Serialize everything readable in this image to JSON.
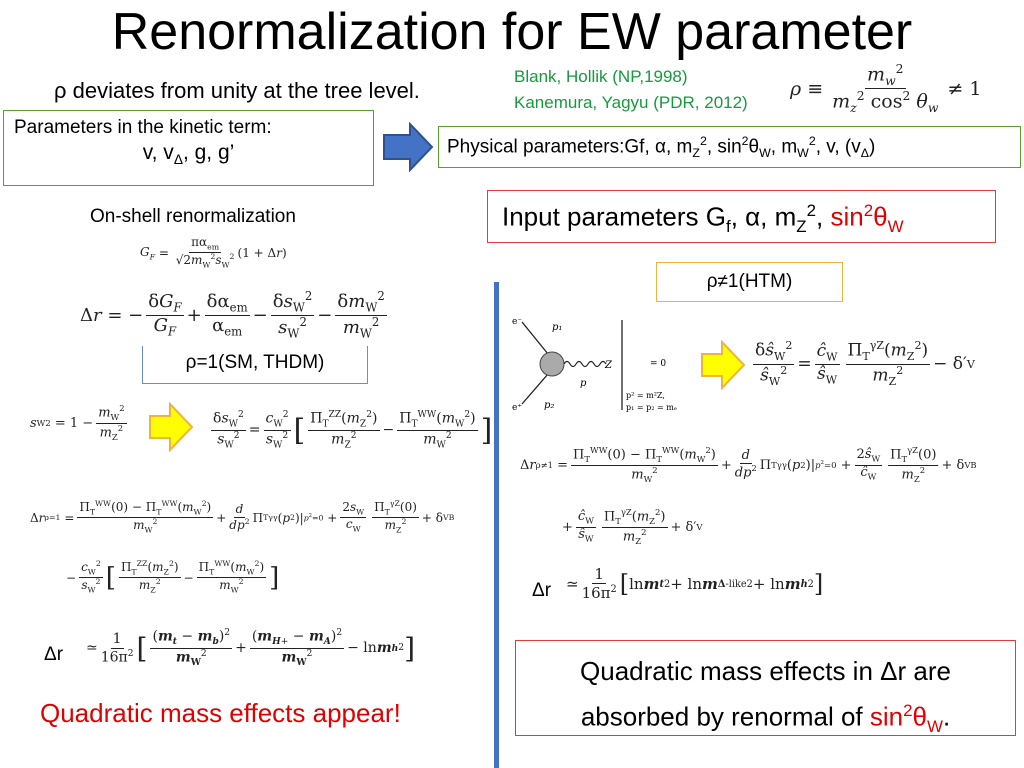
{
  "title": "Renormalization for EW parameter",
  "rho_statement": "ρ deviates from unity at the tree level.",
  "references": [
    "Blank, Hollik (NP,1998)",
    "Kanemura, Yagyu (PDR, 2012)"
  ],
  "kinetic_box": {
    "line1": "Parameters in the kinetic term:",
    "line2": "v, v",
    "line2_sub": "Δ",
    "line2_tail": ", g, g’"
  },
  "physical_box": {
    "text": "Physical parameters:Gf, α, m",
    "sub_z": "Z",
    "sup_2": "2",
    "sin": ", sin",
    "theta": "θ",
    "sub_w": "W",
    "mw": ", m",
    "tail": ", v, (v",
    "delta": "Δ",
    "close": ")"
  },
  "input_box": {
    "text": "Input parameters G",
    "sub_f": "f",
    "alpha": ", α, m",
    "sub_z": "Z",
    "sup": "2",
    "comma": ", ",
    "sin": "sin",
    "sup2": "2",
    "theta": "θ",
    "sub_w": "W"
  },
  "onshell_label": "On-shell renormalization",
  "sm_box": "ρ=1(SM, THDM)",
  "htm_box": "ρ≠1(HTM)",
  "left_dr_label": "Δr",
  "right_dr_label": "Δr",
  "left_conclusion": "Quadratic mass effects appear!",
  "right_conclusion": {
    "line1": "Quadratic mass effects in Δr are",
    "line2_a": "absorbed by renormal  of ",
    "sin": "sin",
    "sup": "2",
    "theta": "θ",
    "sub": "W",
    "period": "."
  },
  "diagram": {
    "e_minus": "e⁻",
    "e_plus": "e⁺",
    "p1": "p₁",
    "p2": "p₂",
    "z": "Z",
    "p": "p",
    "eq0": "= 0",
    "cond1": "p² = m²Z,",
    "cond2": "p₁ = p₂ = mₑ"
  },
  "colors": {
    "green_border": "#5aa02c",
    "red_border": "#e03c3c",
    "blue_divider": "#4472c4",
    "arrow_fill": "#4472c4",
    "yellow_arrow": "#ffff00",
    "ref_green": "#179a3c",
    "highlight_red": "#e00000"
  }
}
